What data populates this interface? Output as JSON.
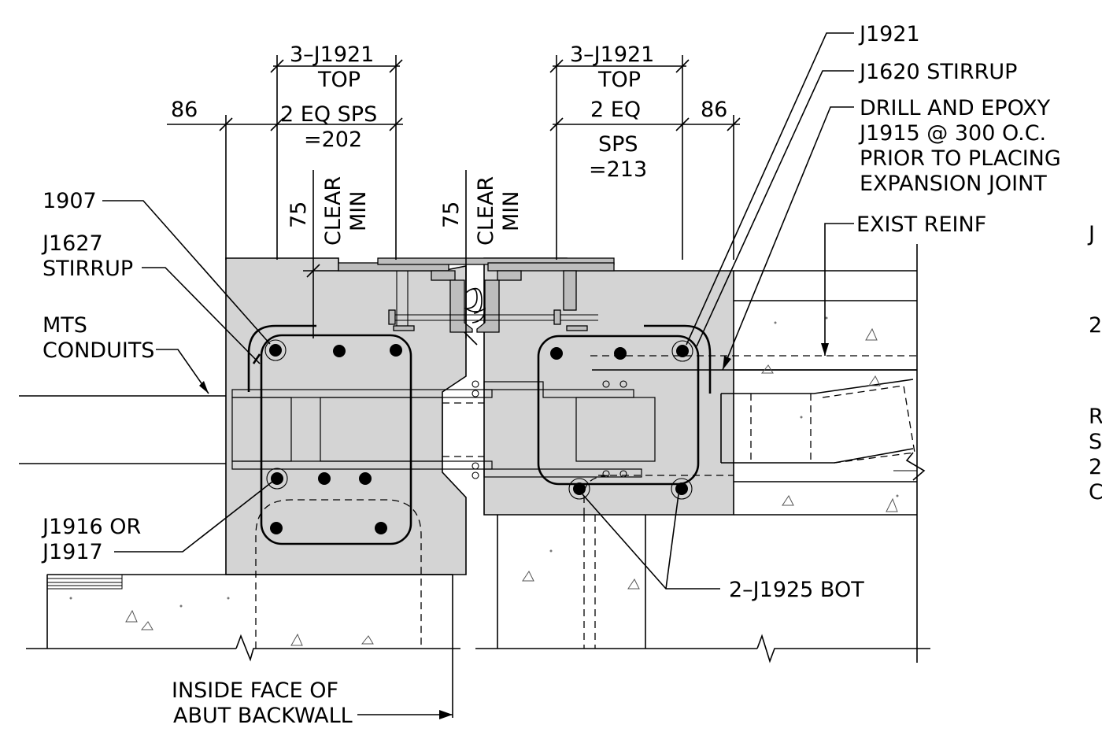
{
  "labels": {
    "top_left_bars": "3–J1921",
    "top_left_top": "TOP",
    "top_left_spacing": "2 EQ SPS",
    "top_left_value": "=202",
    "edge_left": "86",
    "top_right_bars": "3–J1921",
    "top_right_top": "TOP",
    "top_right_eq": "2 EQ",
    "top_right_sps": "SPS",
    "top_right_value": "=213",
    "edge_right": "86",
    "clear_left_dim": "75",
    "clear_left_word": "CLEAR",
    "clear_left_min": "MIN",
    "clear_right_dim": "75",
    "clear_right_word": "CLEAR",
    "clear_right_min": "MIN",
    "bar_1907": "1907",
    "stirrup_j1627_a": "J1627",
    "stirrup_j1627_b": "STIRRUP",
    "mts_a": "MTS",
    "mts_b": "CONDUITS",
    "j1916_a": "J1916 OR",
    "j1916_b": "J1917",
    "inside_face_a": "INSIDE FACE OF",
    "inside_face_b": "ABUT BACKWALL",
    "j1921": "J1921",
    "j1620": "J1620 STIRRUP",
    "drill_1": "DRILL AND EPOXY",
    "drill_2": "J1915 @ 300 O.C.",
    "drill_3": "PRIOR TO PLACING",
    "drill_4": "EXPANSION JOINT",
    "exist_reinf": "EXIST REINF",
    "bot_bars": "2–J1925 BOT",
    "edge_j": "J",
    "edge_2": "2",
    "edge_r": "R",
    "edge_s": "S",
    "edge_2b": "2",
    "edge_c": "C"
  }
}
